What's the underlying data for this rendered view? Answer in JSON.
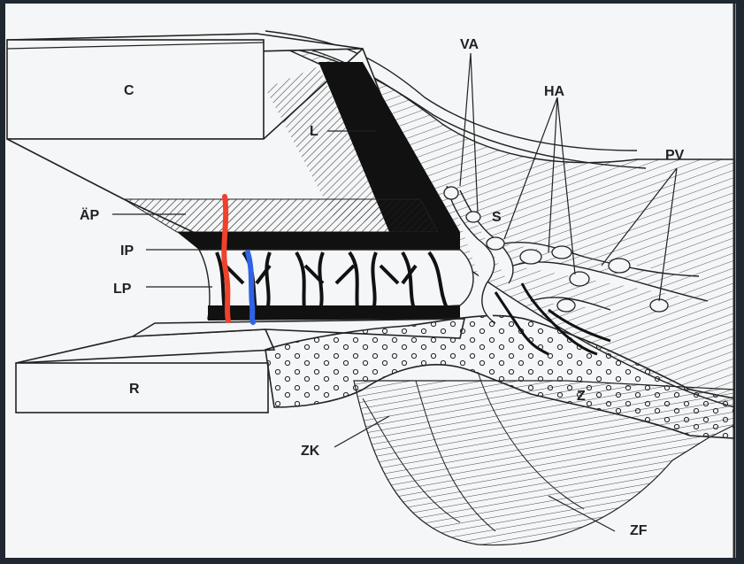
{
  "labels": {
    "c": "C",
    "l": "L",
    "va": "VA",
    "ha": "HA",
    "pv": "PV",
    "ap": "ÄP",
    "ip": "IP",
    "lp": "LP",
    "s": "S",
    "r": "R",
    "z": "Z",
    "zk": "ZK",
    "zf": "ZF"
  },
  "colors": {
    "paper": "#f4f6f7",
    "ink": "#222222",
    "red_marker": "#f0412b",
    "blue_marker": "#2f62e6",
    "background": "#1f2730"
  }
}
